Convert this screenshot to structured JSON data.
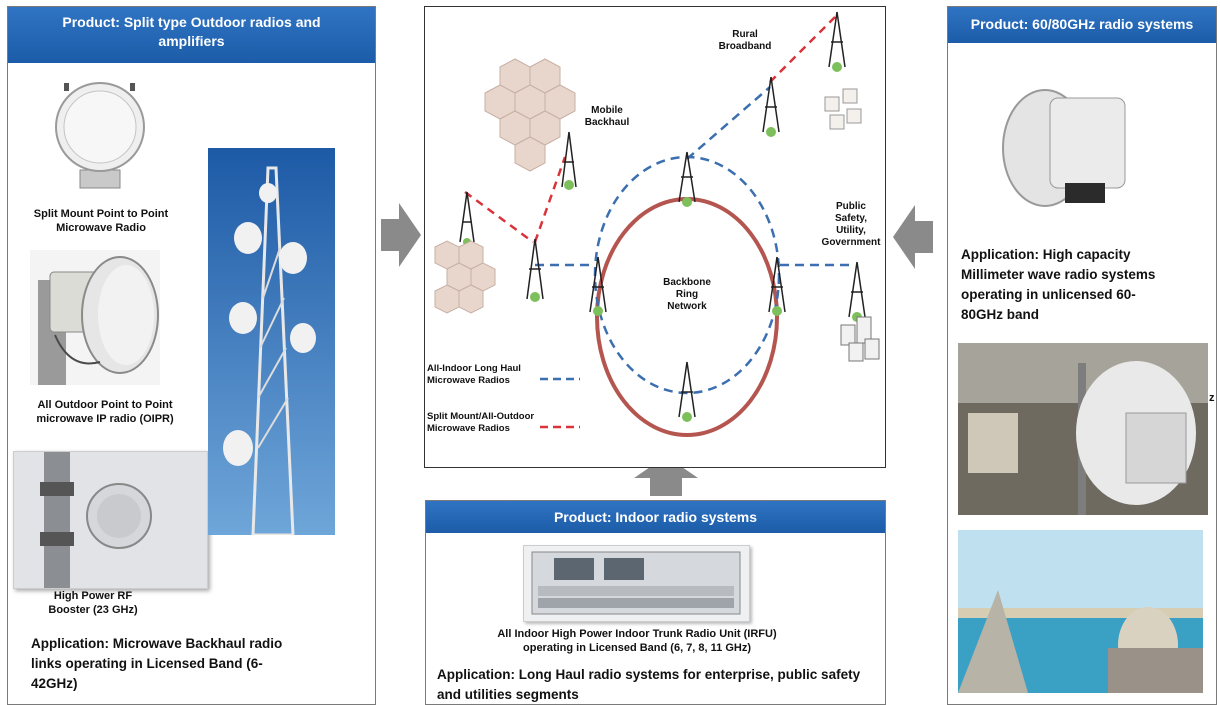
{
  "left_panel": {
    "header": "Product:  Split type Outdoor radios and amplifiers",
    "cap_split_mount": "Split Mount Point to Point Microwave Radio",
    "cap_all_outdoor": "All Outdoor Point to Point microwave IP radio (OIPR)",
    "cap_booster": "High Power RF Booster (23 GHz)",
    "application": "Application:  Microwave Backhaul radio links  operating in Licensed Band (6-42GHz)"
  },
  "right_panel": {
    "header": "Product:  60/80GHz radio systems",
    "application": "Application:   High capacity Millimeter wave radio systems operating in unlicensed  60-80GHz band",
    "stray_char": "z"
  },
  "bottom_panel": {
    "header": "Product:  Indoor radio systems",
    "caption": "All Indoor High Power Indoor Trunk Radio Unit (IRFU) operating in Licensed Band (6, 7, 8, 11 GHz)",
    "application": "Application:   Long Haul  radio systems for enterprise, public safety and utilities  segments"
  },
  "diagram": {
    "rural": "Rural Broadband",
    "mobile": "Mobile Backhaul",
    "public": "Public Safety, Utility, Government",
    "backbone": "Backbone Ring Network",
    "legend_indoor": "All-Indoor Long Haul Microwave Radios",
    "legend_split": "Split Mount/All-Outdoor Microwave Radios",
    "colors": {
      "ring": "#b5554f",
      "indoor_dash": "#3b6fb0",
      "split_dash": "#d9333b"
    }
  }
}
